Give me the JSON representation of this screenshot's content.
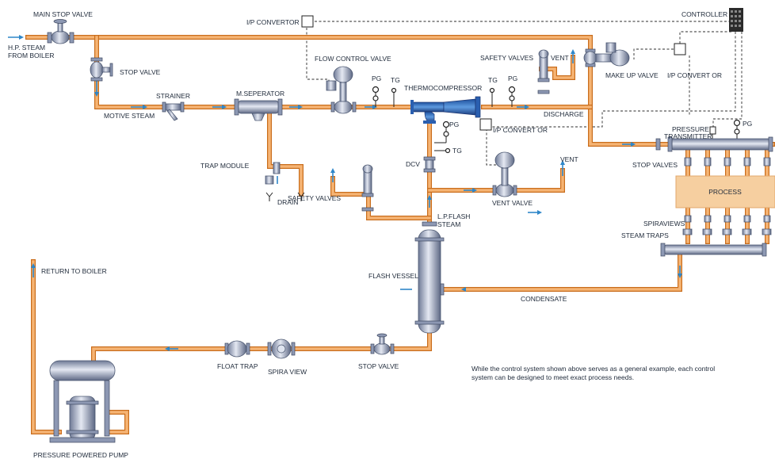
{
  "labels": {
    "main_stop_valve": "MAIN STOP VALVE",
    "hp_steam_line1": "H.P. STEAM",
    "hp_steam_line2": "FROM BOILER",
    "stop_valve_top": "STOP VALVE",
    "strainer": "STRAINER",
    "motive_steam": "MOTIVE STEAM",
    "m_seperator": "M.SEPERATOR",
    "ip_convertor_top": "I/P CONVERTOR",
    "flow_control_valve": "FLOW CONTROL VALVE",
    "pg_1": "PG",
    "tg_1": "TG",
    "thermocompressor": "THERMOCOMPRESSOR",
    "tg_2": "TG",
    "pg_2": "PG",
    "safety_valves_top": "SAFETY VALVES",
    "vent_top": "VENT",
    "make_up_valve": "MAKE UP VALVE",
    "ip_convert_or_right": "I/P CONVERT OR",
    "controller": "CONTROLLER",
    "discharge": "DISCHARGE",
    "pg_3": "PG",
    "tg_3": "TG",
    "ip_convert_or_mid": "I/P  CONVERT OR",
    "pressure_transmitter_line1": "PRESSURE",
    "pressure_transmitter_line2": "TRANSMITTER",
    "pg_4": "PG",
    "stop_valves": "STOP VALVES",
    "process": "PROCESS",
    "trap_module": "TRAP MODULE",
    "drain": "DRAIN",
    "dcv": "DCV",
    "safety_valves_left": "SAFETY VALVES",
    "vent_mid": "VENT",
    "vent_valve": "VENT VALVE",
    "lp_flash_line1": "L.P.FLASH",
    "lp_flash_line2": "STEAM",
    "spiraviews": "SPIRAVIEWS",
    "steam_traps": "STEAM TRAPS",
    "return_to_boiler": "RETURN TO BOILER",
    "flash_vessel": "FLASH VESSEL",
    "condensate": "CONDENSATE",
    "float_trap": "FLOAT TRAP",
    "spira_view": "SPIRA VIEW",
    "stop_valve_bottom": "STOP VALVE",
    "pressure_powered_pump": "PRESSURE POWERED PUMP"
  },
  "note": "While the control system shown above serves as a general example, each control system can be designed to meet exact process needs.",
  "colors": {
    "pipe_outer": "#c96d1c",
    "pipe_inner": "#f6b474",
    "flow_arrow": "#2f87c9",
    "process_fill": "#f6cfa0",
    "equipment_steel": "#b9c0d6"
  }
}
